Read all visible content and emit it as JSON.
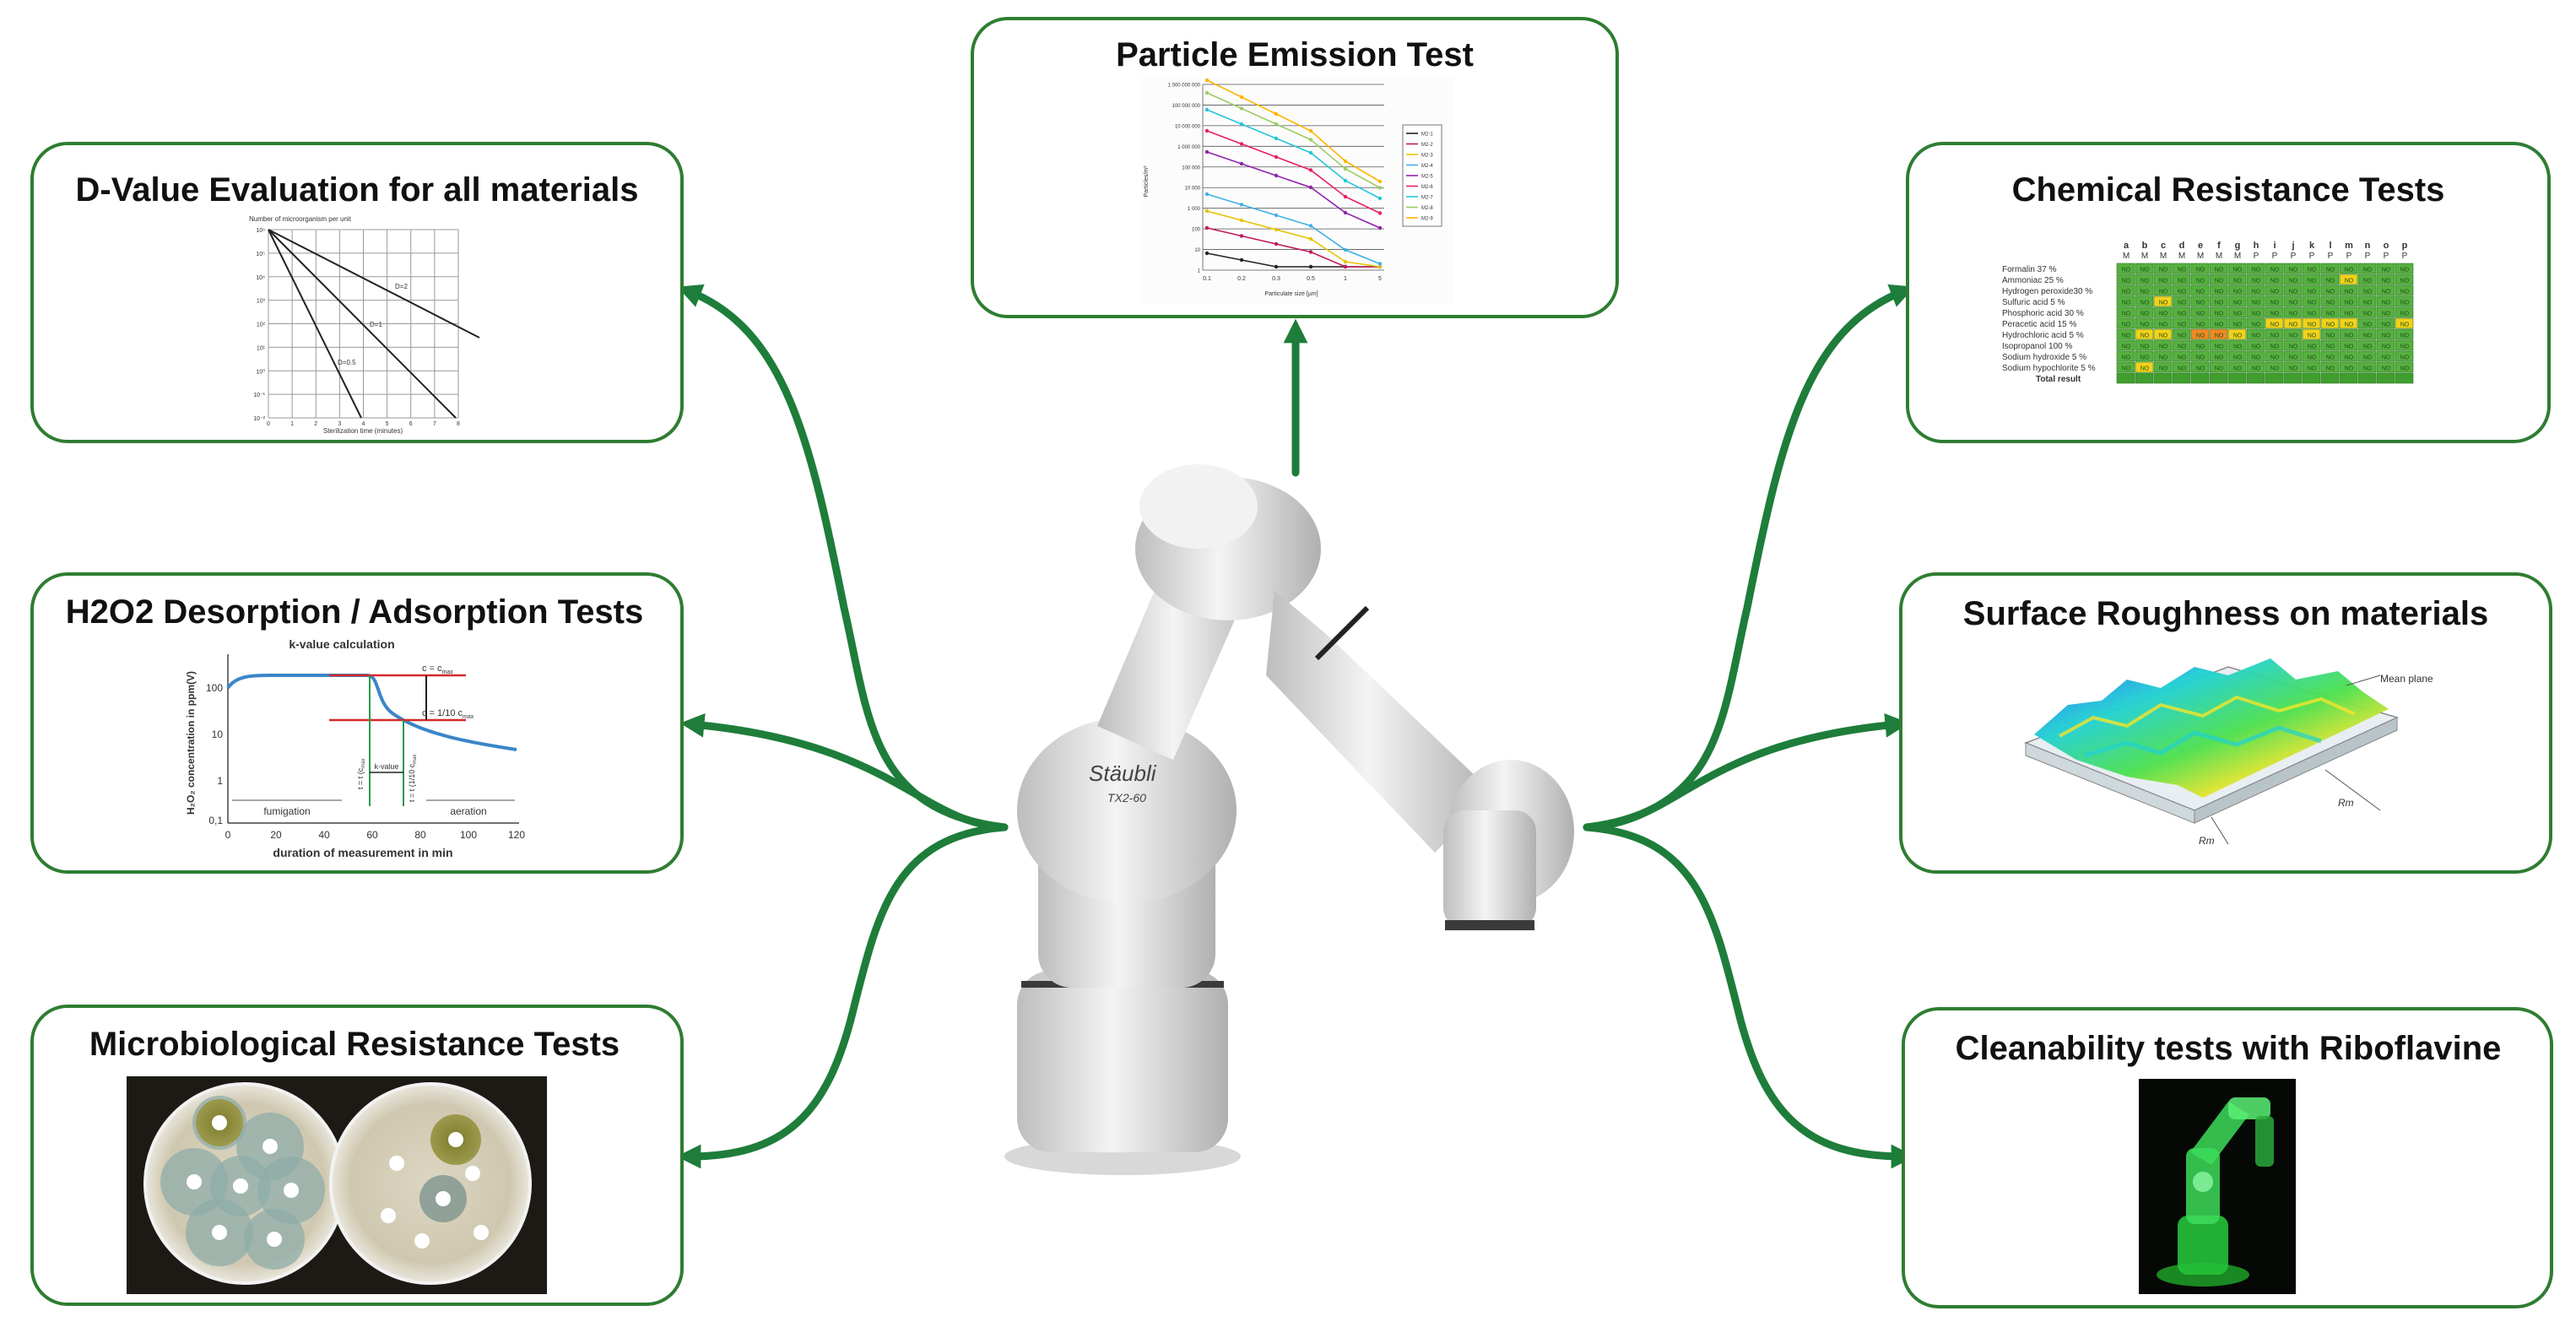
{
  "colors": {
    "accent_green": "#1e7d3a",
    "card_border": "#2e7d32",
    "robot_body": "#e6e6e6",
    "robot_shadow": "#b5b5b5"
  },
  "center": {
    "robot_label": "Stäubli",
    "robot_model": "TX2-60"
  },
  "cards": {
    "dvalue": {
      "title": "D-Value Evaluation for all materials",
      "yaxis_label": "Number of microorganism per unit",
      "xaxis_label": "Sterilization time (minutes)",
      "y_ticks": [
        "10⁶",
        "10⁵",
        "10⁴",
        "10³",
        "10²",
        "10¹",
        "10⁰",
        "10⁻¹",
        "10⁻²"
      ],
      "x_ticks": [
        "0",
        "1",
        "2",
        "3",
        "4",
        "5",
        "6",
        "7",
        "8"
      ],
      "line_labels": [
        "D=0.5",
        "D=1",
        "D=2"
      ]
    },
    "h2o2": {
      "title": "H2O2 Desorption / Adsorption Tests",
      "chart_title": "k-value calculation",
      "ylabel": "H₂O₂ concentration in ppm(V)",
      "xlabel": "duration of measurement  in min",
      "y_ticks": [
        "100",
        "10",
        "1",
        "0,1"
      ],
      "x_ticks": [
        "0",
        "20",
        "40",
        "60",
        "80",
        "100",
        "120"
      ],
      "phase_left": "fumigation",
      "phase_right": "aeration",
      "annot_cmax": "c = c",
      "annot_cmax_sub": "max",
      "annot_c10": "c = 1/10 c",
      "annot_c10_sub": "max",
      "annot_t1": "t = t (c",
      "annot_t1_sub": "max",
      "annot_t2": "t = t (1/10 c",
      "annot_t2_sub": "max",
      "annot_kvalue": "k-value"
    },
    "micro": {
      "title": "Microbiological Resistance Tests"
    },
    "particle": {
      "title": "Particle Emission Test",
      "ylabel": "Particles/m³",
      "xlabel": "Particulate size [µm]",
      "y_ticks": [
        "1 000 000 000",
        "100 000 000",
        "10 000 000",
        "1 000 000",
        "100 000",
        "10 000",
        "1 000",
        "100",
        "10",
        "1"
      ],
      "x_ticks": [
        "0.1",
        "0.2",
        "0.3",
        "0.5",
        "1",
        "5"
      ],
      "legend": [
        "M2-1",
        "M2-2",
        "M2-3",
        "M2-4",
        "M2-5",
        "M2-6",
        "M2-7",
        "M2-8",
        "M2-9"
      ]
    },
    "chemical": {
      "title": "Chemical Resistance Tests",
      "col_letters": [
        "a",
        "b",
        "c",
        "d",
        "e",
        "f",
        "g",
        "h",
        "i",
        "j",
        "k",
        "l",
        "m",
        "n",
        "o",
        "p"
      ],
      "col_types": [
        "M",
        "M",
        "M",
        "M",
        "M",
        "M",
        "M",
        "P",
        "P",
        "P",
        "P",
        "P",
        "P",
        "P",
        "P",
        "P"
      ],
      "rows": [
        "Formalin 37 %",
        "Ammoniac 25 %",
        "Hydrogen peroxide30 %",
        "Sulfuric acid 5 %",
        "Phosphoric acid 30 %",
        "Peracetic acid 15 %",
        "Hydrochloric acid 5 %",
        "Isopropanol 100 %",
        "Sodium hydroxide 5 %",
        "Sodium hypochlorite 5 %",
        "Total result"
      ],
      "cell_text": "NO"
    },
    "roughness": {
      "title": "Surface Roughness on materials",
      "label_mean_plane": "Mean plane",
      "label_rm1": "Rm",
      "label_rm2": "Rm"
    },
    "clean": {
      "title": "Cleanability tests with Riboflavine"
    }
  }
}
